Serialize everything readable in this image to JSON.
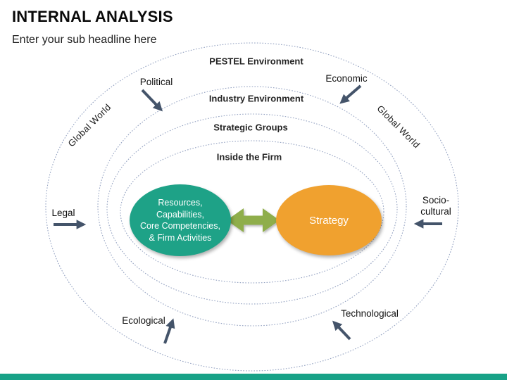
{
  "slide": {
    "title": "INTERNAL ANALYSIS",
    "subtitle": "Enter your sub headline here"
  },
  "rings": {
    "pestel": "PESTEL Environment",
    "industry": "Industry Environment",
    "strategic": "Strategic Groups",
    "inside": "Inside the Firm"
  },
  "context": {
    "global_world_left": "Global World",
    "global_world_right": "Global World"
  },
  "factors": {
    "political": "Political",
    "economic": "Economic",
    "legal": "Legal",
    "socio_line1": "Socio-",
    "socio_line2": "cultural",
    "ecological": "Ecological",
    "technological": "Technological"
  },
  "core": {
    "resources": {
      "line1": "Resources,",
      "line2": "Capabilities,",
      "line3": "Core Competencies,",
      "line4": "& Firm Activities"
    },
    "strategy": "Strategy"
  },
  "colors": {
    "resources_fill": "#1EA287",
    "strategy_fill": "#F0A12F",
    "link_arrow": "#8FAE4C",
    "factor_arrow": "#44546A",
    "ring_stroke": "#95A3C2",
    "footer_bar": "#18A287"
  }
}
